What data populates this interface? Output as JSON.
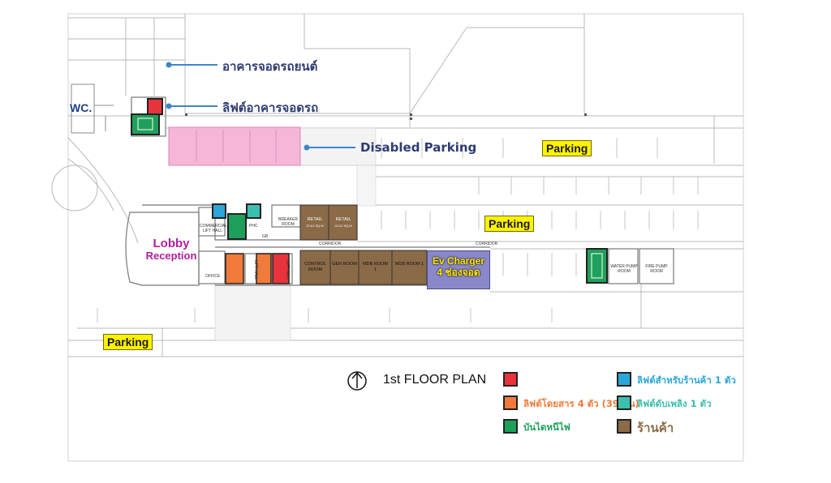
{
  "callouts": {
    "car_park_building": "อาคารจอดรถยนต์",
    "car_park_lift": "ลิฟต์อาคารจอดรถ",
    "disabled_parking": "Disabled Parking"
  },
  "labels": {
    "wc": "WC.",
    "parking_top": "Parking",
    "parking_mid": "Parking",
    "parking_bottom": "Parking",
    "lobby_line1": "Lobby",
    "lobby_line2": "Reception",
    "ev_line1": "Ev Charger",
    "ev_line2": "4 ช่องจอด"
  },
  "rooms": {
    "retail_1": "RETAIL",
    "retail_1_area": "22.61 SQ.M",
    "retail_2": "RETAIL",
    "retail_2_area": "22.22 SQ.M",
    "control_room": "CONTROL ROOM",
    "gen_room": "GEN ROOM",
    "mdb_room_1a": "MDB ROOM 1",
    "mdb_room_1b": "MDB ROOM 1",
    "corridor_1": "CORRIDOR",
    "corridor_2": "CORRIDOR",
    "office": "OFFICE",
    "lift_hall_1": "LIFT HALL",
    "lift_hall_2": "LIFT HALL",
    "commercial_lift_hall": "COMMERCIAL LIFT HALL",
    "phc": "PHC",
    "breaker_room": "BREAKER ROOM",
    "gb": "GB",
    "water_pump_room": "WATER PUMP ROOM",
    "fire_pump_room": "FIRE PUMP ROOM"
  },
  "title": "1st FLOOR PLAN",
  "legend": [
    {
      "color": "#e8333c",
      "text": "",
      "text_color": "#e8333c"
    },
    {
      "color": "#f07a3a",
      "text": "ลิฟต์โดยสาร 4 ตัว (39 ชั้น)",
      "text_color": "#f07a3a"
    },
    {
      "color": "#1fa05a",
      "text": "บันไดหนีไฟ",
      "text_color": "#1fa05a"
    },
    {
      "color": "#2aa6d8",
      "text": "ลิฟต์สำหรับร้านค้า 1 ตัว",
      "text_color": "#2aa6d8"
    },
    {
      "color": "#3cbfae",
      "text": "ลิฟต์ดับเพลิง 1 ตัว",
      "text_color": "#3cbfae"
    },
    {
      "color": "#8b6a47",
      "text": "ร้านค้า",
      "text_color": "#8b6a47"
    }
  ],
  "colors": {
    "retail": "#8b6a47",
    "passenger_lift": "#f07a3a",
    "carpark_lift": "#e8333c",
    "fire_stair": "#1fa05a",
    "retail_lift": "#2aa6d8",
    "fire_lift": "#3cbfae",
    "disabled_parking": "#f6b6d8",
    "ev_charger": "#8a88c8",
    "callout_dot": "#3c86c8"
  }
}
